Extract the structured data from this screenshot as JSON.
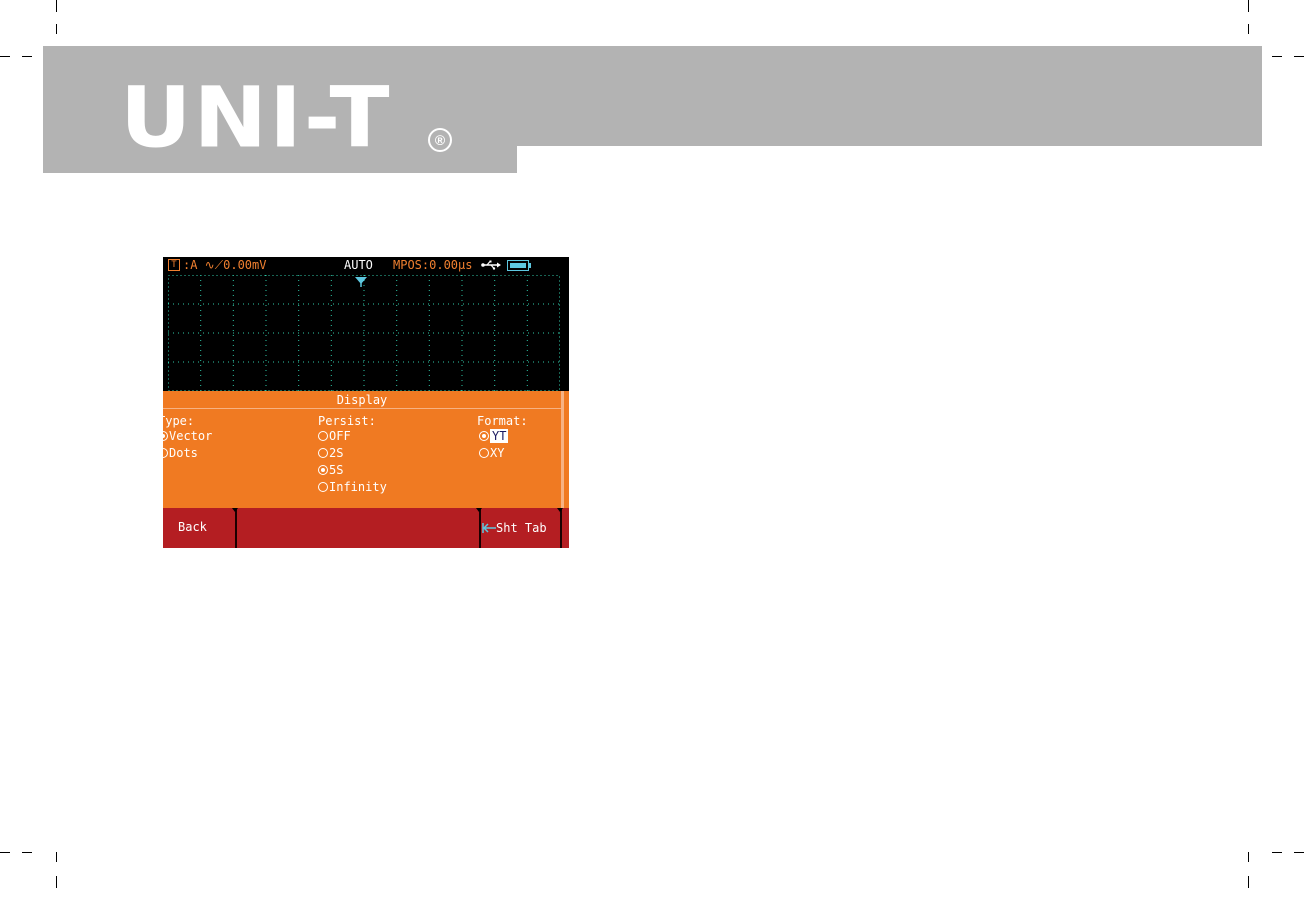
{
  "brand": {
    "logo_text": "UNI-T",
    "registered_mark": "®"
  },
  "scope": {
    "status_bar": {
      "trigger_source_badge": "T",
      "trigger_text": ":A ∿⟋0.00mV",
      "mode": "AUTO",
      "mpos": "MPOS:0.00µs",
      "icons": [
        "usb-icon",
        "battery-icon"
      ]
    },
    "menu": {
      "title": "Display",
      "type": {
        "label": "Type:",
        "options": [
          {
            "label": "Vector",
            "selected": true
          },
          {
            "label": "Dots",
            "selected": false
          }
        ]
      },
      "persist": {
        "label": "Persist:",
        "options": [
          {
            "label": "OFF",
            "selected": false
          },
          {
            "label": "2S",
            "selected": false
          },
          {
            "label": "5S",
            "selected": true
          },
          {
            "label": "Infinity",
            "selected": false
          }
        ]
      },
      "format": {
        "label": "Format:",
        "options": [
          {
            "label": "YT",
            "selected": true
          },
          {
            "label": "XY",
            "selected": false
          }
        ]
      }
    },
    "softkeys": {
      "back": "Back",
      "shift_tab": "Sht Tab"
    },
    "colors": {
      "menu_bg": "#f07a22",
      "softkey_bg": "#b41e22",
      "trace_grid": "#2fc8a8",
      "status_orange": "#f08030",
      "accent_cyan": "#5ec8e0"
    }
  }
}
